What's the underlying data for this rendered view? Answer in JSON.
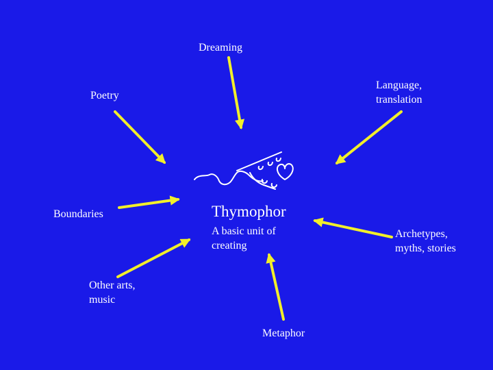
{
  "colors": {
    "background": "#1a1ae8",
    "arrow": "#f2ef2a",
    "text": "#ffffff"
  },
  "center": {
    "title": "Thymophor",
    "subtitle": "A basic unit of\ncreating",
    "icon": "squiggle-heart-icon"
  },
  "nodes": {
    "dreaming": "Dreaming",
    "language": "Language,\ntranslation",
    "poetry": "Poetry",
    "boundaries": "Boundaries",
    "archetypes": "Archetypes,\nmyths, stories",
    "other_arts": "Other arts,\nmusic",
    "metaphor": "Metaphor"
  }
}
